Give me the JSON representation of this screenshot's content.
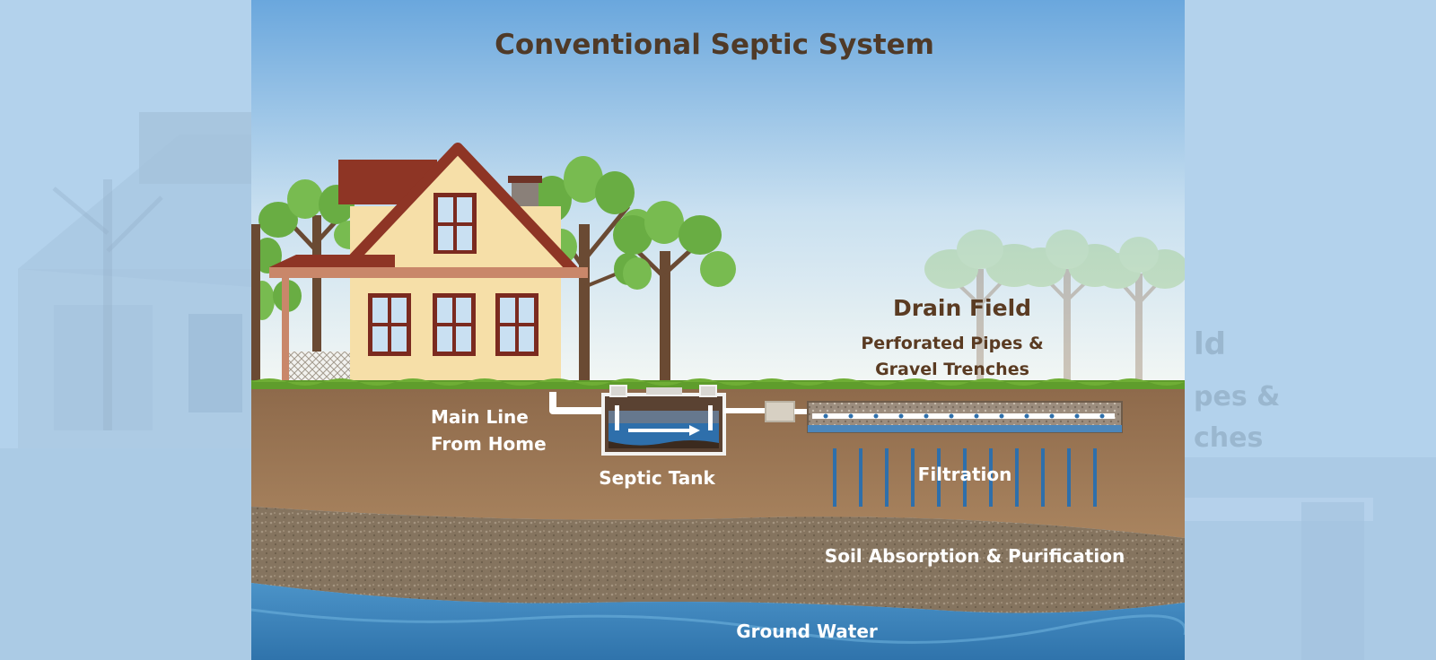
{
  "diagram": {
    "title": "Conventional Septic System",
    "labels": {
      "drain_field_heading": "Drain Field",
      "drain_field_line1": "Perforated Pipes &",
      "drain_field_line2": "Gravel Trenches",
      "main_line_line1": "Main Line",
      "main_line_line2": "From Home",
      "septic_tank": "Septic Tank",
      "filtration": "Filtration",
      "soil_absorption": "Soil Absorption & Purification",
      "ground_water": "Ground Water"
    },
    "backdrop_text": {
      "right_fragment1": "ld",
      "right_fragment2": "pes &",
      "right_fragment3": "ches"
    }
  },
  "colors": {
    "sky_top": "#6aa7dd",
    "sky_bottom": "#f1f6f5",
    "grass": "#5f9d2c",
    "topsoil": "#9c7655",
    "subsoil": "#8f7a62",
    "ground_water": "#3f86bd",
    "house_wall": "#f6dfa8",
    "roof": "#8e3525",
    "window_frame": "#7b2a1f",
    "pipe": "#ffffff",
    "tank_water": "#2e6fab",
    "title": "#4f3a28",
    "label_brown": "#5a3b22",
    "label_white": "#ffffff"
  },
  "icons": [
    "house-icon",
    "tree-icon",
    "septic-tank-icon",
    "distribution-box-icon",
    "perforated-pipe-icon",
    "flow-arrow-icon"
  ]
}
